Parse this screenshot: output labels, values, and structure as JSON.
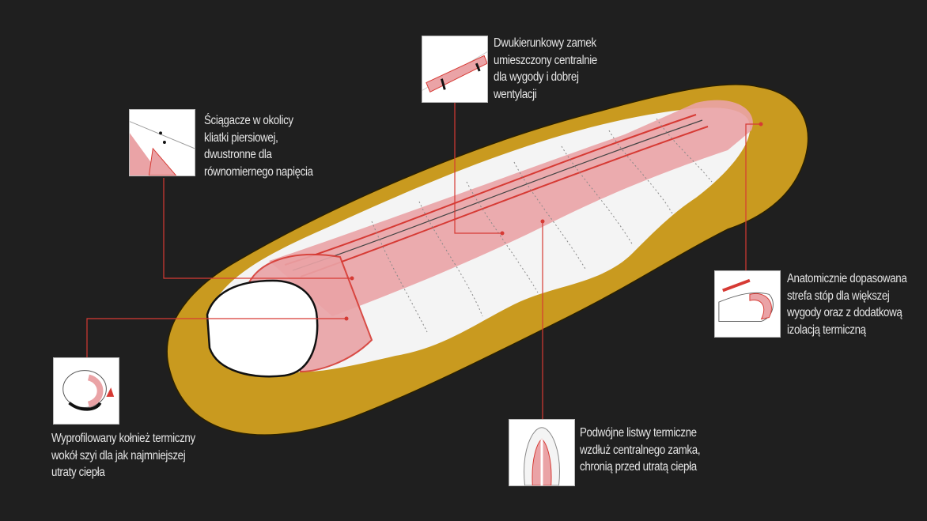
{
  "callouts": {
    "zipper": {
      "lines": [
        "Dwukierunkowy zamek",
        "umieszczony centralnie",
        "dla wygody i dobrej",
        "wentylacji"
      ]
    },
    "chest": {
      "lines": [
        "Ściągacze w okolicy",
        "kliatki piersiowej,",
        "dwustronne dla",
        "równomiernego napięcia"
      ]
    },
    "foot": {
      "lines": [
        "Anatomicznie dopasowana",
        "strefa stóp dla większej",
        "wygody oraz z dodatkową",
        "izolacją termiczną"
      ]
    },
    "collar": {
      "lines": [
        "Wyprofilowany kołnież termiczny",
        "wokół szyi dla jak najmniejszej",
        "utraty ciepła"
      ]
    },
    "baffles": {
      "lines": [
        "Podwójne listwy termiczne",
        "wzdłuż centralnego zamka,",
        "chronią przed utratą ciepła"
      ]
    }
  },
  "colors": {
    "background": "#1f1f1f",
    "accent": "#d63a34",
    "shell": "#c99a1f",
    "lining": "#ffffff",
    "pink": "#eaa3a6"
  }
}
